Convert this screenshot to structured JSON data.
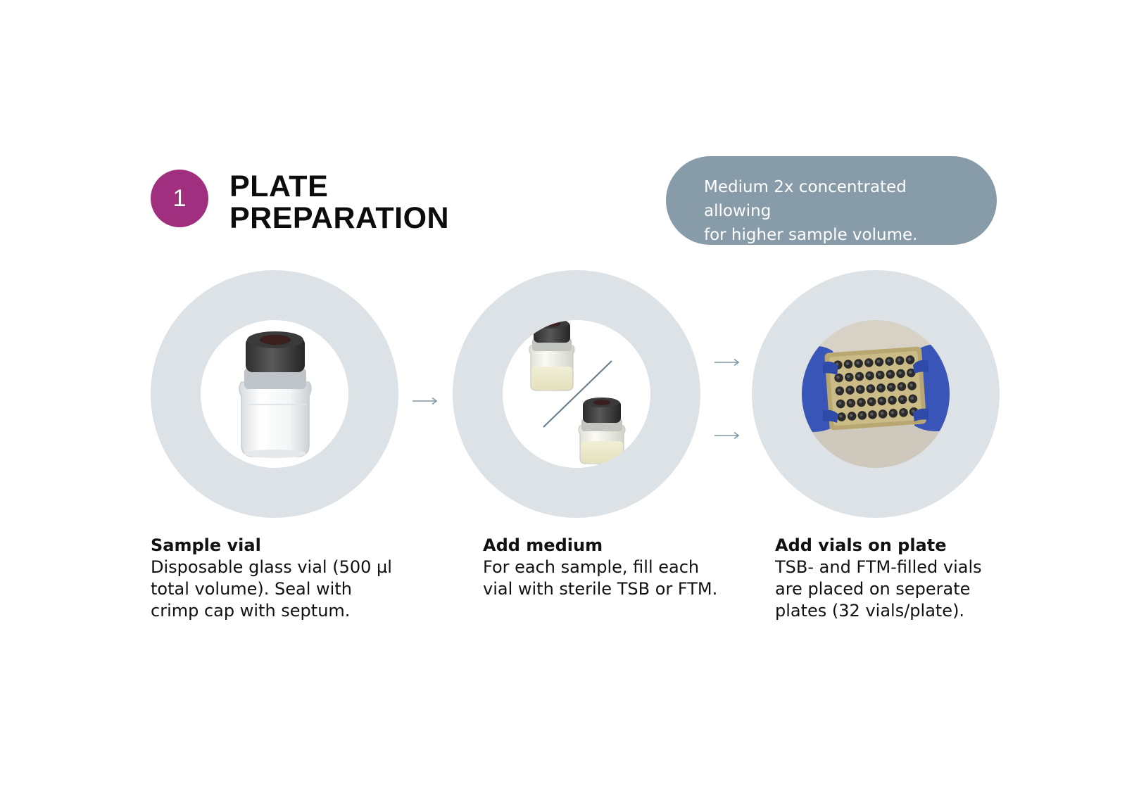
{
  "header": {
    "step_number": "1",
    "title_lines": [
      "PLATE",
      "PREPARATION"
    ]
  },
  "note": {
    "lines": [
      "Medium 2x concentrated allowing",
      "for higher sample volume."
    ]
  },
  "steps": [
    {
      "title": "Sample vial",
      "lines": [
        "Disposable glass vial (500 µl",
        "total volume). Seal with",
        "crimp cap with septum."
      ]
    },
    {
      "title": "Add medium",
      "lines": [
        "For each sample, fill each",
        "vial with sterile TSB or FTM."
      ]
    },
    {
      "title": "Add vials on plate",
      "lines": [
        "TSB- and FTM-filled vials",
        "are placed on seperate",
        "plates (32 vials/plate)."
      ]
    }
  ],
  "colors": {
    "step_badge": "#a0307f",
    "note_pill": "#879ba8",
    "ring": "#dce2e6",
    "arrow": "#7f95a3"
  }
}
